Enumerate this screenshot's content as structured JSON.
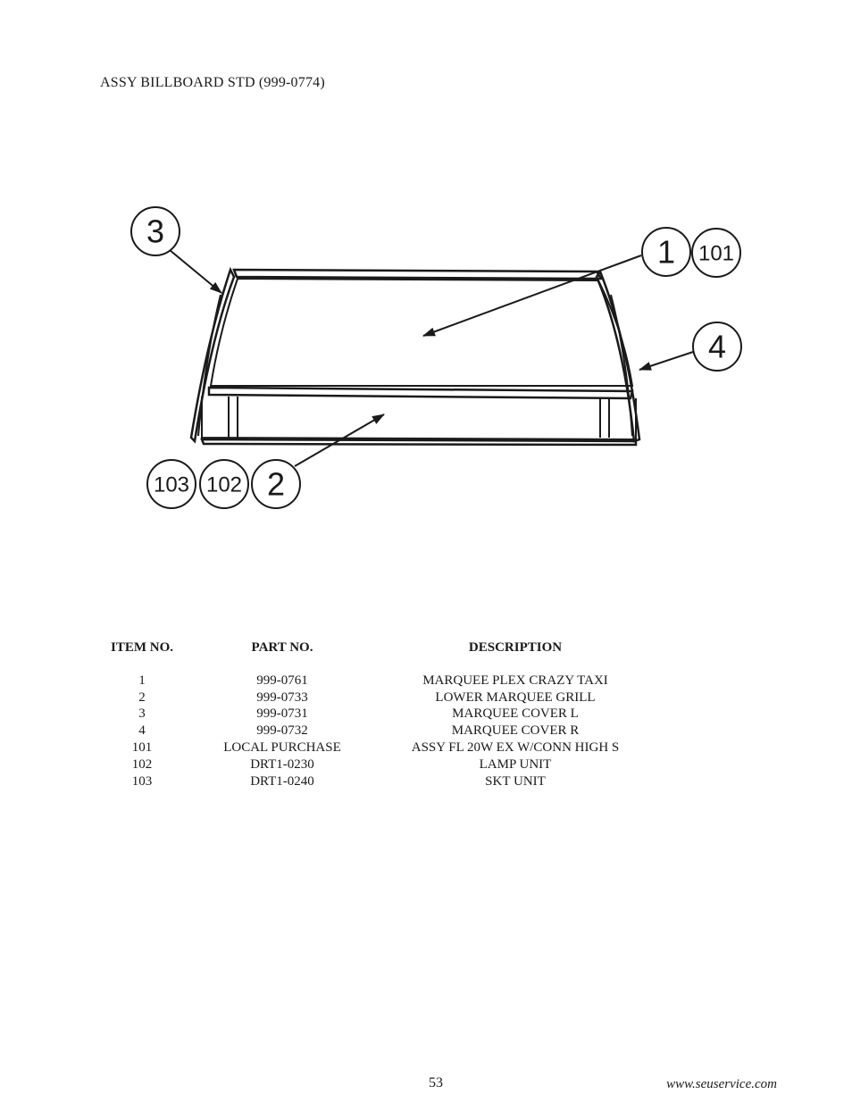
{
  "page": {
    "title": "ASSY BILLBOARD STD (999-0774)",
    "page_number": "53",
    "website": "www.seuservice.com"
  },
  "figure": {
    "callouts": {
      "c3": "3",
      "c1": "1",
      "c101": "101",
      "c4": "4",
      "c103": "103",
      "c102": "102",
      "c2": "2"
    }
  },
  "table": {
    "headers": [
      "ITEM NO.",
      "PART NO.",
      "DESCRIPTION"
    ],
    "rows": [
      [
        "1",
        "999-0761",
        "MARQUEE PLEX CRAZY TAXI"
      ],
      [
        "2",
        "999-0733",
        "LOWER MARQUEE GRILL"
      ],
      [
        "3",
        "999-0731",
        "MARQUEE COVER L"
      ],
      [
        "4",
        "999-0732",
        "MARQUEE COVER R"
      ],
      [
        "101",
        "LOCAL PURCHASE",
        "ASSY FL 20W EX W/CONN HIGH S"
      ],
      [
        "102",
        "DRT1-0230",
        "LAMP UNIT"
      ],
      [
        "103",
        "DRT1-0240",
        "SKT UNIT"
      ]
    ]
  }
}
